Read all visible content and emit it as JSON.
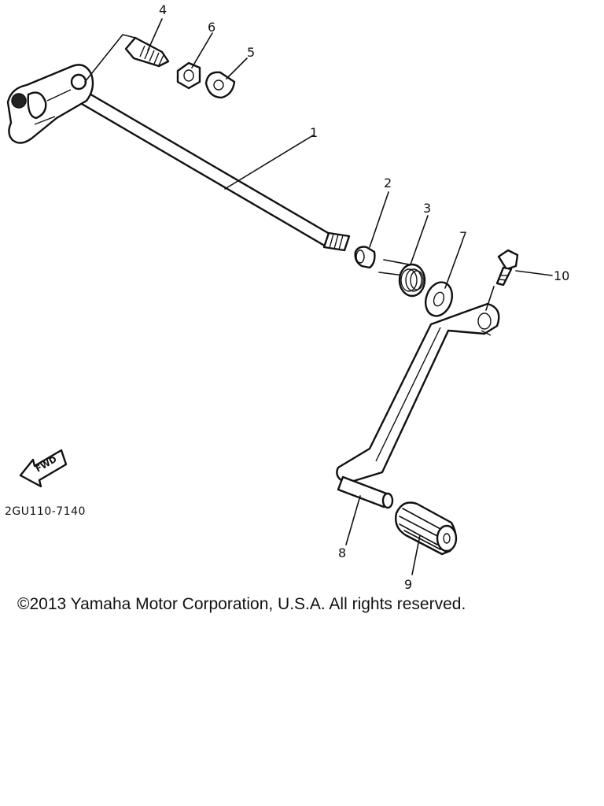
{
  "callouts": {
    "c1": "1",
    "c2": "2",
    "c3": "3",
    "c4": "4",
    "c5": "5",
    "c6": "6",
    "c7": "7",
    "c8": "8",
    "c9": "9",
    "c10": "10"
  },
  "fwd_label": "FWD",
  "diagram_code": "2GU110-7140",
  "copyright": "©2013 Yamaha Motor Corporation, U.S.A. All rights reserved."
}
